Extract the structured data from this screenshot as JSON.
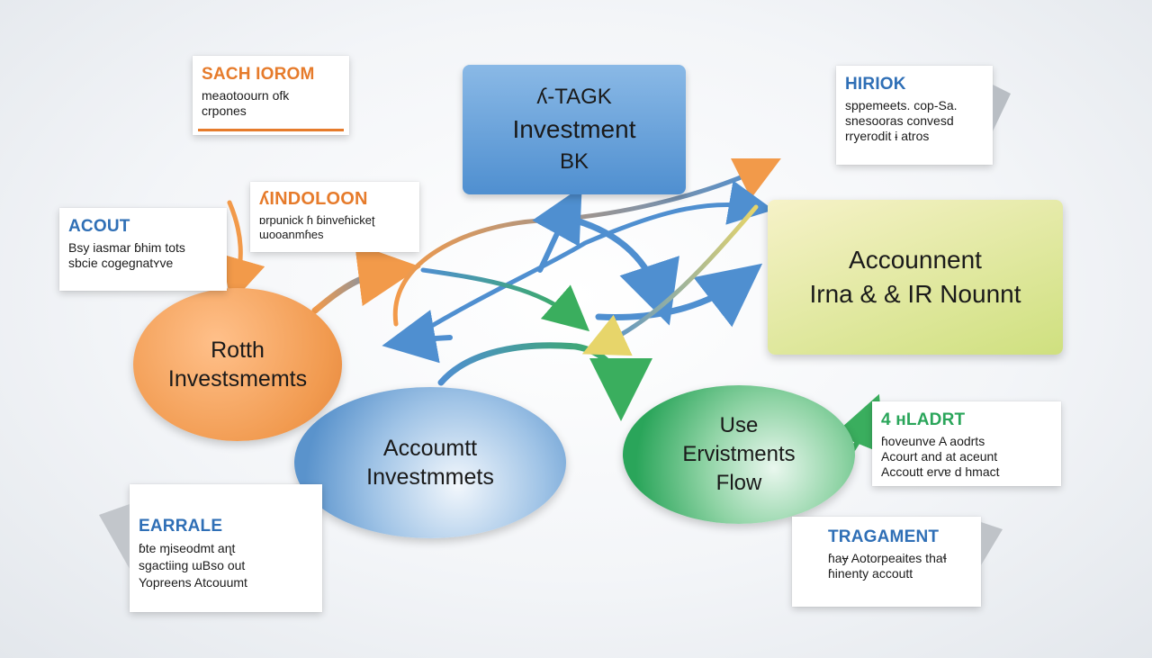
{
  "nodes": {
    "investment_box": {
      "lines": [
        "ʎ-TAGK",
        "Investment",
        "BK"
      ],
      "color_top": "#8ab9e6",
      "color_bottom": "#4f8fd0"
    },
    "account_box": {
      "lines": [
        "Accounnent",
        "Irna & & IR Nounnt"
      ],
      "color_top": "#f4f0c0",
      "color_bottom": "#cfe07f"
    },
    "roth_ellipse": {
      "lines": [
        "Rotth",
        "Investsmemts"
      ],
      "color": "#f19a4f"
    },
    "account_ellipse": {
      "lines": [
        "Accoumtt",
        "Investmmets"
      ],
      "color": "#5a93cc"
    },
    "use_ellipse": {
      "lines": [
        "Use",
        "Ervistments",
        "Flow"
      ],
      "color": "#2aa55a"
    }
  },
  "cards": {
    "sach": {
      "title": "SACH IOROM",
      "lines": [
        "meaotoourn ofk",
        "crpones"
      ],
      "title_color": "#e67b2b"
    },
    "indoloon": {
      "title": "ʎINDOLOON",
      "lines": [
        "ɒrpunick ɦ ɓinveɦickeʈ",
        "ɯooanmɦes"
      ],
      "title_color": "#e67b2b"
    },
    "acout": {
      "title": "ACOUT",
      "lines": [
        "Bsy iasmar ɓhim tots",
        "sbcie cogegnatʏve"
      ],
      "title_color": "#2f6fb6"
    },
    "hiriok": {
      "title": "HIRIOK",
      "lines": [
        "sppemeets. cop-Sa.",
        "snesooras convesd",
        "rryerodit ɨ atros"
      ],
      "title_color": "#2f6fb6"
    },
    "earrale": {
      "title": "EARRALE",
      "lines": [
        "ɓte ɱiseodmt aɳt",
        "sgactiing ɯBso out",
        "Yopreens Atcouumt"
      ],
      "title_color": "#2f6fb6"
    },
    "hadrt": {
      "title": "4 ʜLADRT",
      "lines": [
        "ɦoveunve A aodrts",
        "Acourt and at aceunt",
        "Accoutt ervɐ d hmact"
      ],
      "title_color": "#2aa55a"
    },
    "tragament": {
      "title": "TRAGAMENT",
      "lines": [
        "ɦaɏ Aotorpeaites thaɬ",
        "ɦinenty accoutt"
      ],
      "title_color": "#2f6fb6"
    }
  },
  "arrow_colors": {
    "orange": "#f29a4a",
    "blue": "#4f8fd0",
    "green": "#3aae5e",
    "yellow": "#e7d56a"
  }
}
